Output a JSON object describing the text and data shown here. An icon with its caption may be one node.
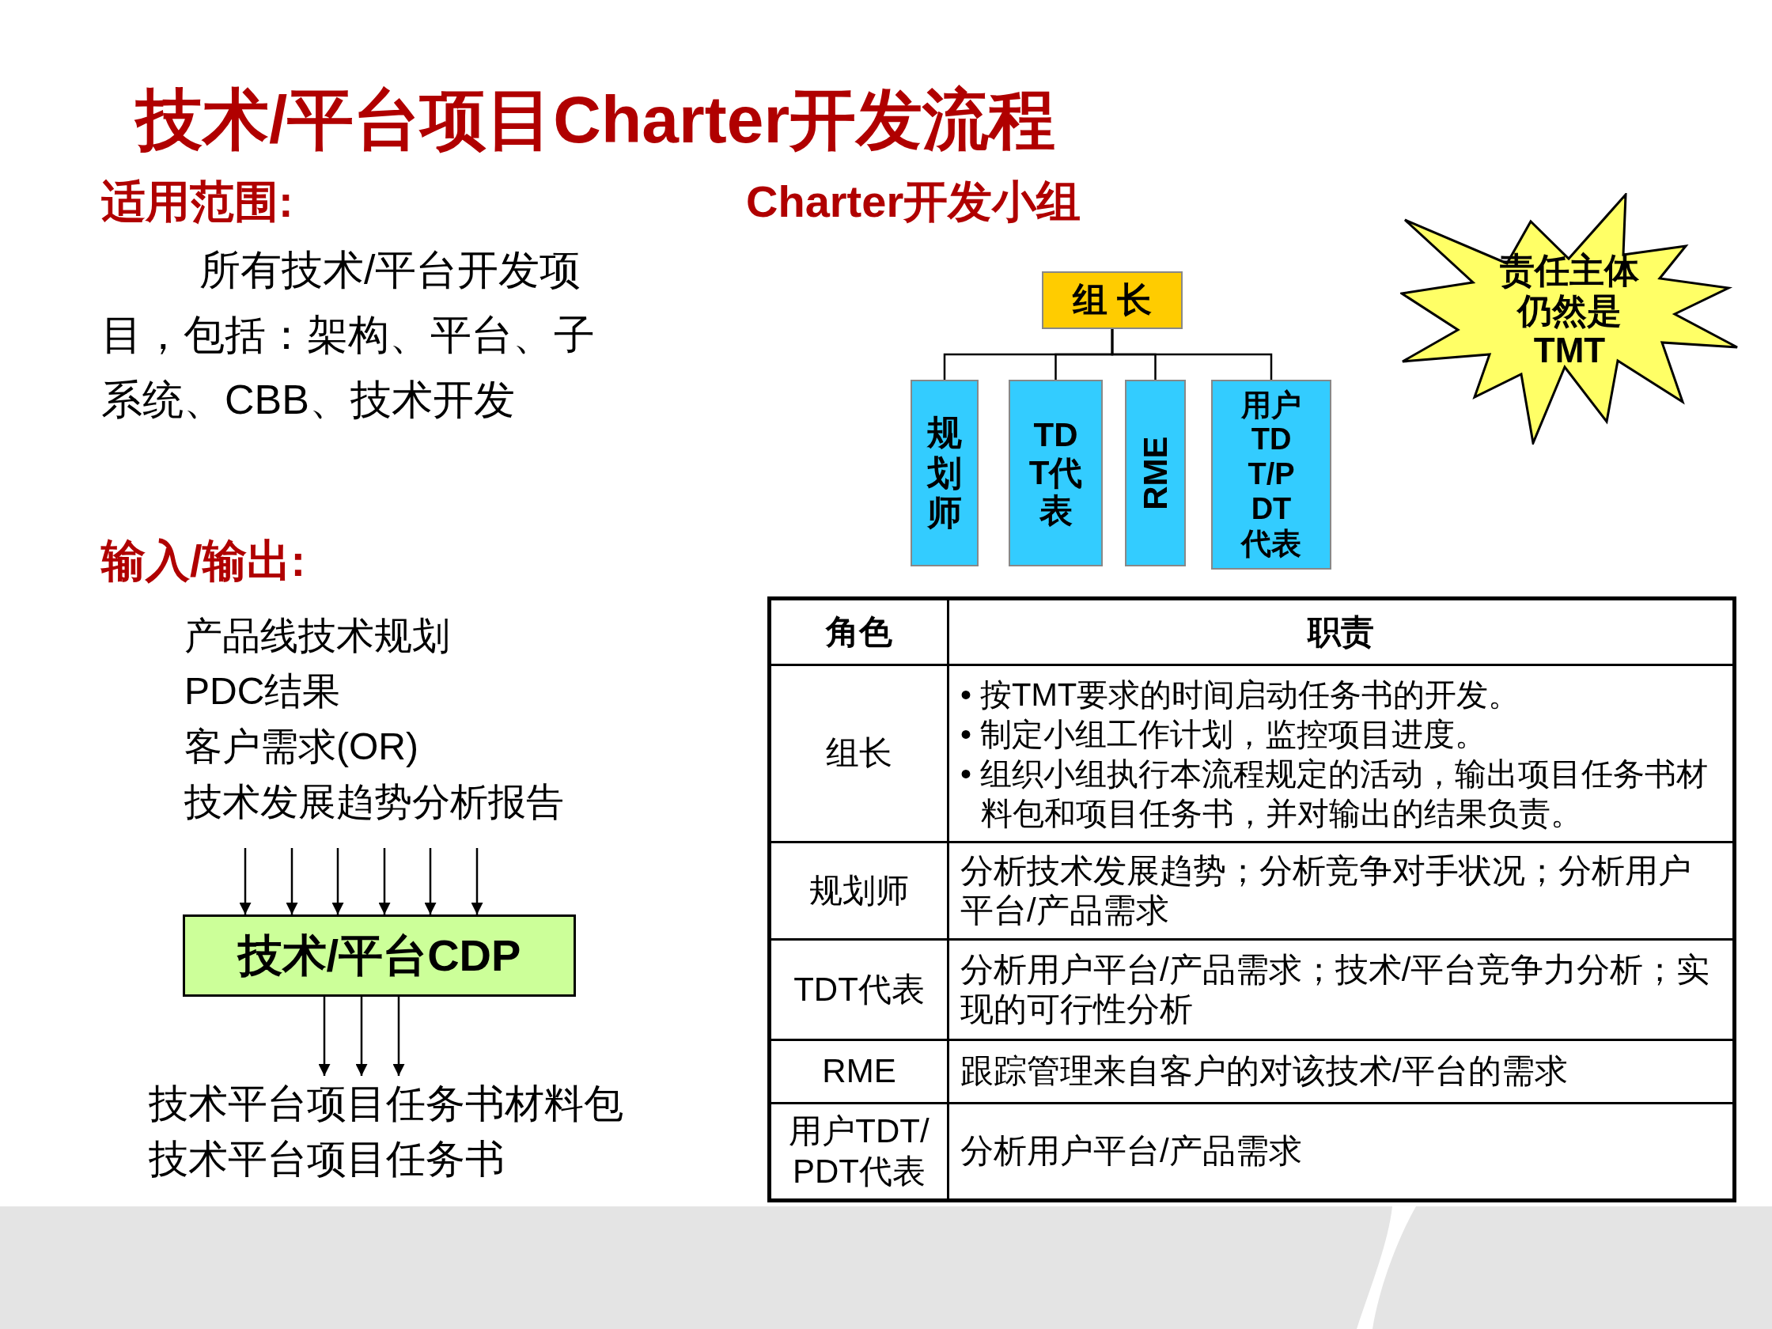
{
  "diagram": {
    "title": "技术/平台项目Charter开发流程",
    "nodes": [
      {
        "text": [
          "组 长"
        ]
      },
      {
        "text": [
          "规划师"
        ]
      },
      {
        "text": [
          "TDT代表"
        ]
      },
      {
        "text": [
          "RME"
        ]
      },
      {
        "text": [
          "用户TDT/PDT代表"
        ]
      },
      {
        "text": [
          "责任主体仍然是TMT"
        ]
      },
      {
        "text": [
          "技术/平台CDP"
        ]
      },
      {
        "text": [
          "技术平台项目任务书材料包"
        ]
      }
    ],
    "edges": [
      {
        "from": 0,
        "to": 1,
        "arrow": "none"
      },
      {
        "from": 0,
        "to": 2,
        "arrow": "none"
      },
      {
        "from": 0,
        "to": 3,
        "arrow": "none"
      },
      {
        "from": 0,
        "to": 4,
        "arrow": "none"
      },
      {
        "from": null,
        "to": 6,
        "arrow": "to"
      },
      {
        "from": null,
        "to": 6,
        "arrow": "to"
      },
      {
        "from": null,
        "to": 6,
        "arrow": "to"
      },
      {
        "from": null,
        "to": 6,
        "arrow": "to"
      },
      {
        "from": null,
        "to": 6,
        "arrow": "to"
      },
      {
        "from": null,
        "to": 6,
        "arrow": "to"
      },
      {
        "from": 6,
        "to": 7,
        "arrow": "to"
      },
      {
        "from": 6,
        "to": 7,
        "arrow": "to"
      },
      {
        "from": 6,
        "to": 7,
        "arrow": "to"
      }
    ],
    "labels": [
      "适用范围:",
      "所有技术/平台开发项目，包括：架构、平台、子系统、CBB、技术开发",
      "Charter开发小组",
      "输入/输出:",
      "产品线技术规划",
      "PDC结果",
      "客户需求(OR)",
      "技术发展趋势分析报告",
      "技术平台项目任务书",
      "角色",
      "职责",
      "组长",
      "• 按TMT要求的时间启动任务书的开发。",
      "• 制定小组工作计划，监控项目进度。",
      "• 组织小组执行本流程规定的活动，输出项目任务书材料包和项目任务书，并对输出的结果负责。",
      "规划师",
      "分析技术发展趋势；分析竞争对手状况；分析用户平台/产品需求",
      "TDT代表",
      "分析用户平台/产品需求；技术/平台竞争力分析；实现的可行性分析",
      "RME",
      "跟踪管理来自客户的对该技术/平台的需求",
      "用户TDT/PDT代表",
      "分析用户平台/产品需求"
    ]
  }
}
